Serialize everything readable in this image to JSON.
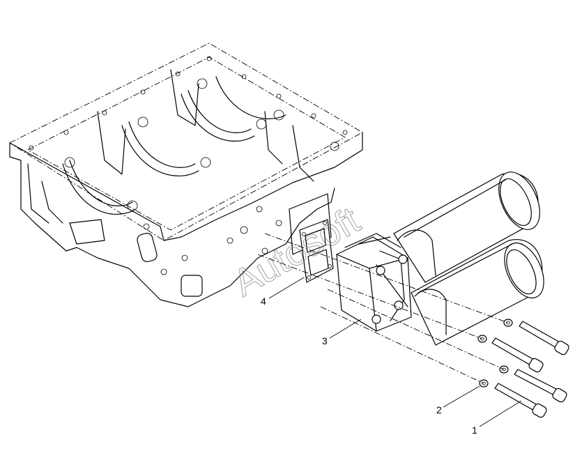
{
  "diagram": {
    "callouts": [
      {
        "id": "1",
        "label": "1"
      },
      {
        "id": "2",
        "label": "2"
      },
      {
        "id": "3",
        "label": "3"
      },
      {
        "id": "4",
        "label": "4"
      }
    ],
    "watermark": "Autosoft"
  }
}
